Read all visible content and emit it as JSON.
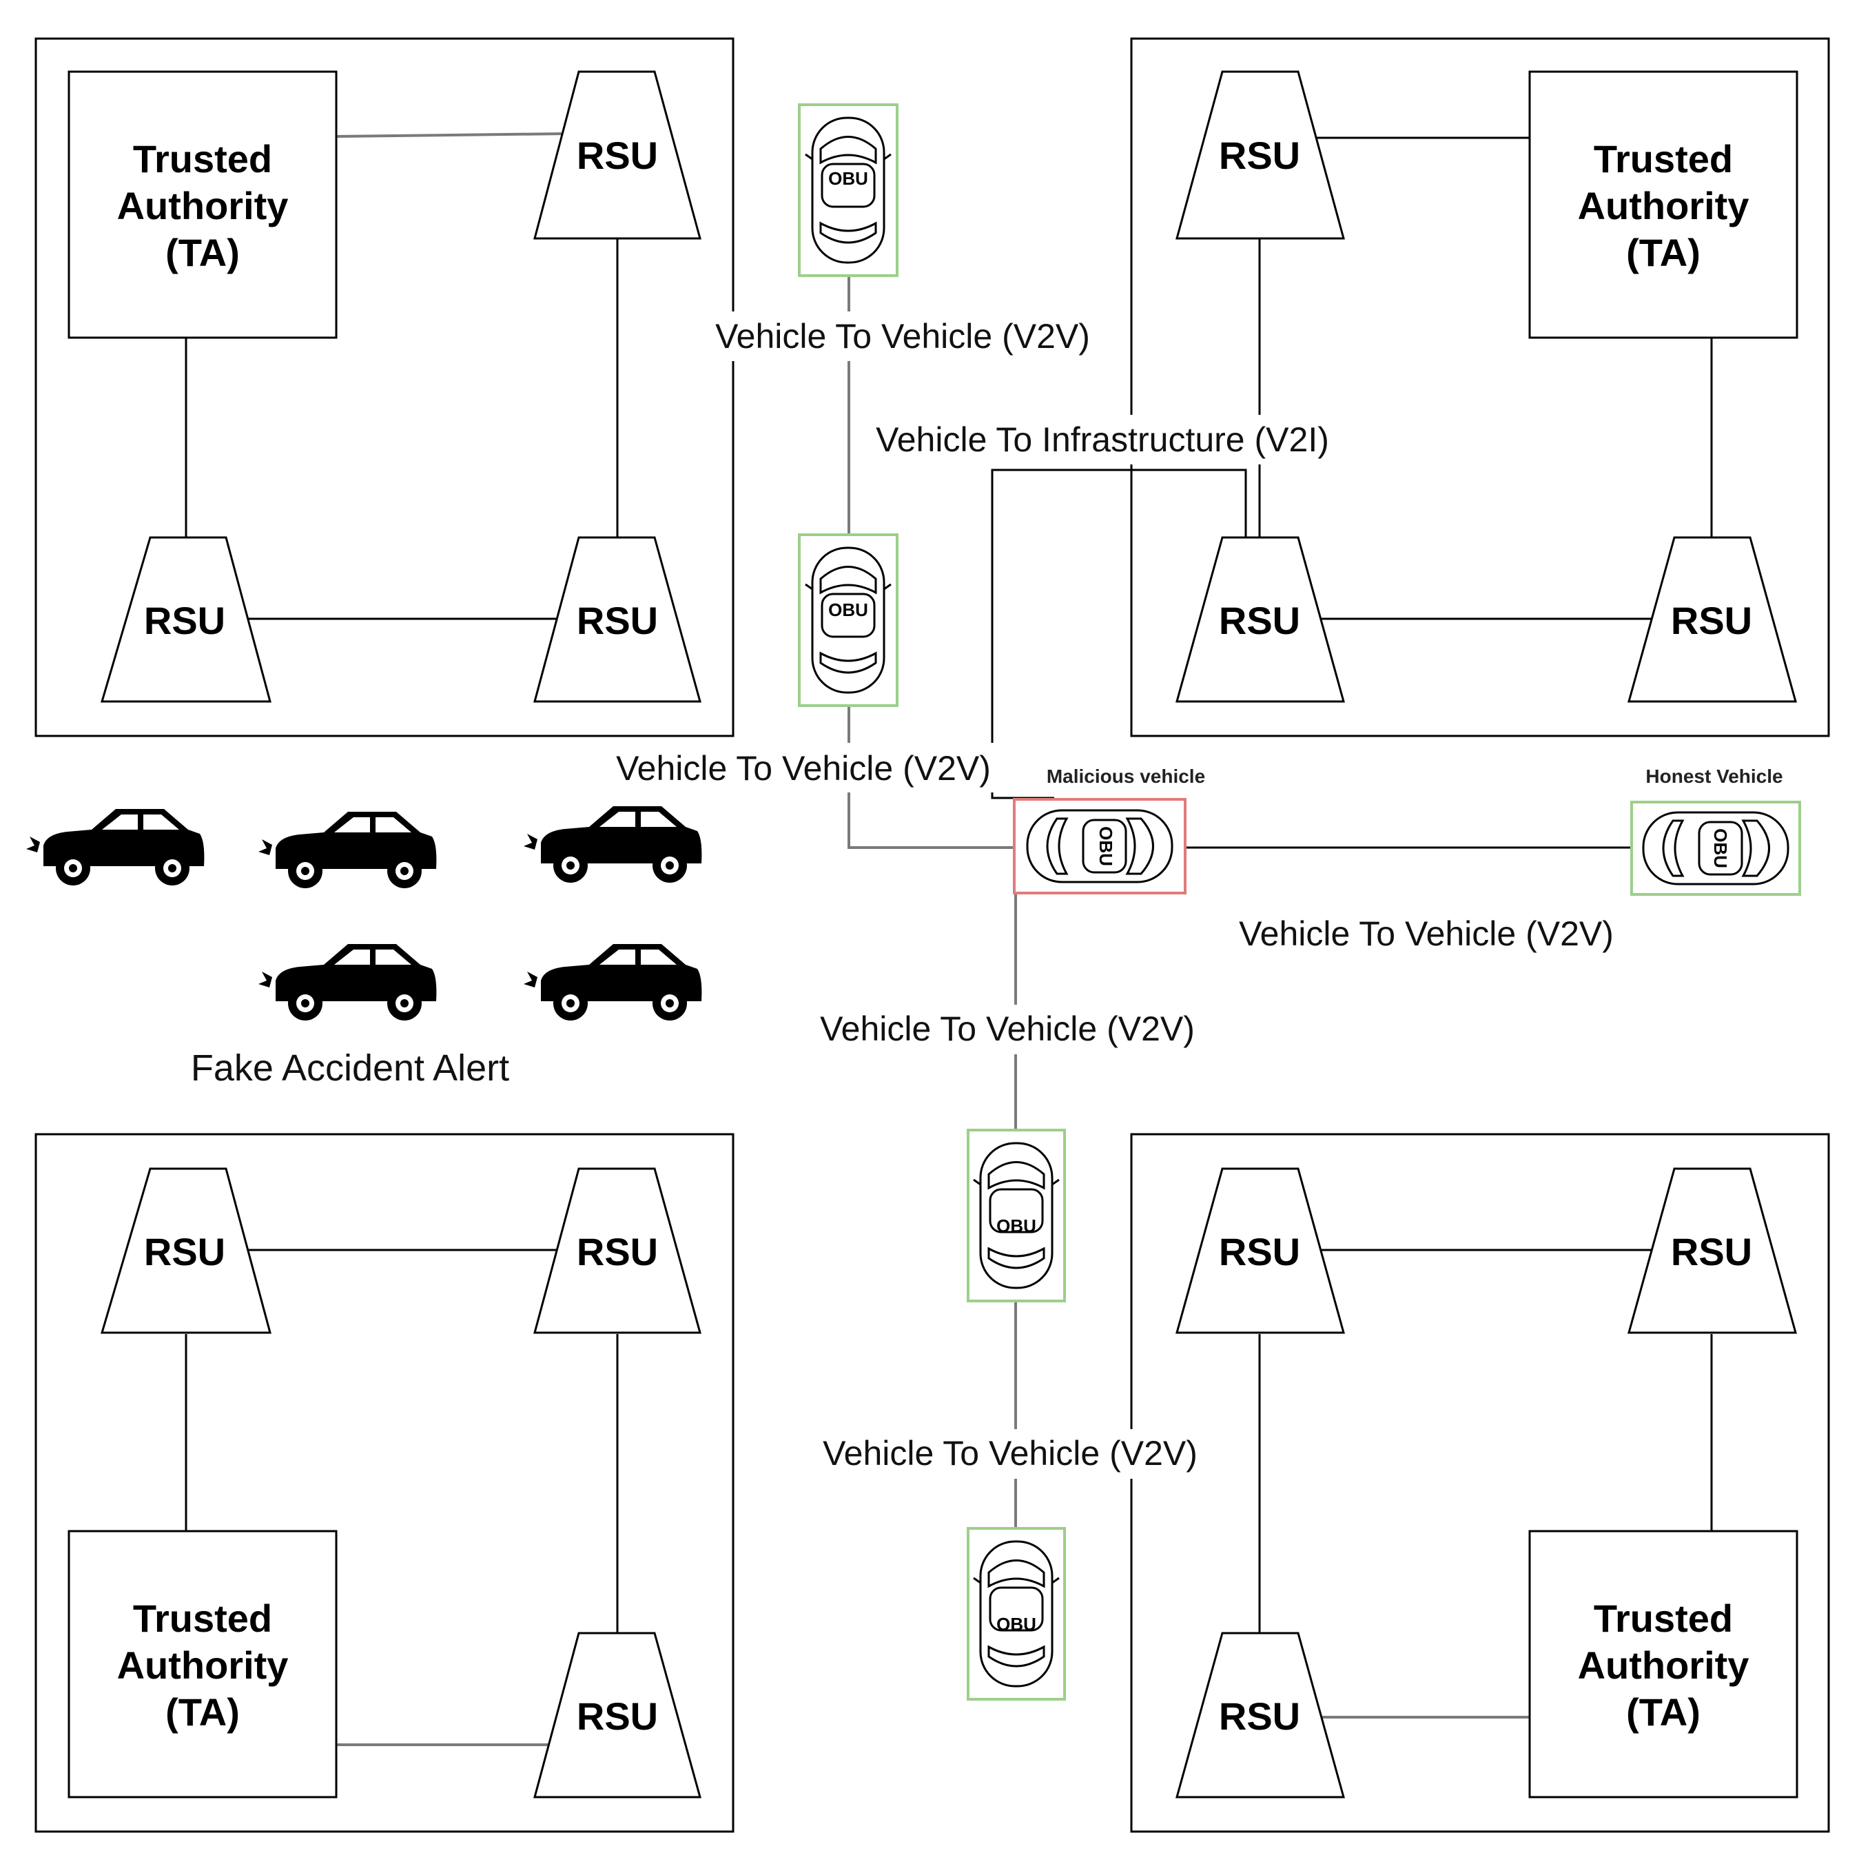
{
  "labels": {
    "rsu": "RSU",
    "ta_line1": "Trusted",
    "ta_line2": "Authority",
    "ta_line3": "(TA)",
    "obu": "OBU",
    "v2v": "Vehicle To Vehicle (V2V)",
    "v2i": "Vehicle To Infrastructure (V2I)",
    "malicious": "Malicious vehicle",
    "honest": "Honest Vehicle",
    "fake_alert": "Fake Accident Alert"
  },
  "colors": {
    "benign_frame": "#9ccf8a",
    "malicious_frame": "#e07c7c"
  }
}
